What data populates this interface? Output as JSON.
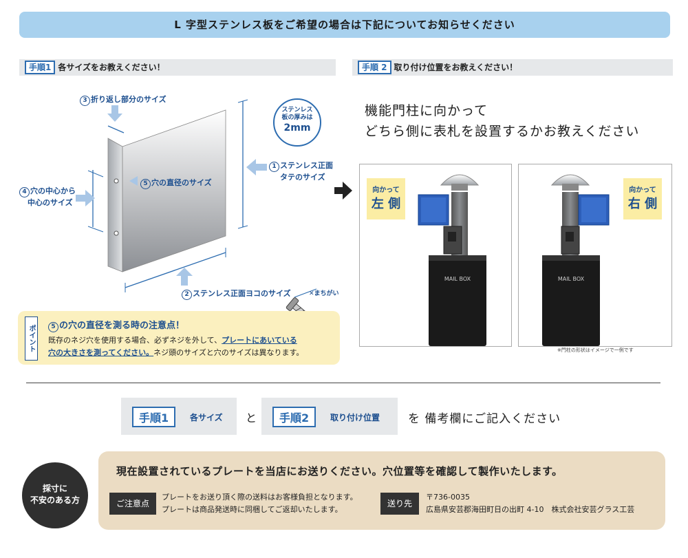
{
  "banner": "L 字型ステンレス板をご希望の場合は下記についてお知らせください",
  "step1": {
    "tag": "手順1",
    "title": "各サイズをお教えください！",
    "labels": {
      "fold_size": "折り返し部分のサイズ",
      "front_height_1": "ステンレス正面",
      "front_height_2": "タテのサイズ",
      "hole_center_1": "穴の中心から",
      "hole_center_2": "中心のサイズ",
      "hole_diameter": "穴の直径のサイズ",
      "front_width": "ステンレス正面ヨコのサイズ",
      "wrong": "まちがい"
    },
    "nums": {
      "n1": "1",
      "n2": "2",
      "n3": "3",
      "n4": "4",
      "n5": "5"
    },
    "thickness": {
      "line1": "ステンレス",
      "line2": "板の厚みは",
      "value": "2mm"
    },
    "point": {
      "side_label": "ポイント",
      "num": "5",
      "title": "の穴の直径を測る時の注意点！",
      "body_a": "既存のネジ穴を使用する場合、必ずネジを外して、",
      "body_b": "プレートにあいている",
      "body_c": "穴の大きさを測ってください。",
      "body_d": "ネジ頭のサイズと穴のサイズは異なります。"
    }
  },
  "step2": {
    "tag": "手順 2",
    "title": "取り付け位置をお教えください！",
    "lead_1": "機能門柱に向かって",
    "lead_2": "どちら側に表札を設置するかお教えください",
    "left_card": {
      "small": "向かって",
      "big": "左 側",
      "mailbox": "MAIL BOX"
    },
    "right_card": {
      "small": "向かって",
      "big": "右 側",
      "mailbox": "MAIL BOX"
    },
    "note": "※門柱の形状はイメージで一例です"
  },
  "summary": {
    "tag1": "手順1",
    "label1": "各サイズ",
    "and": "と",
    "tag2": "手順2",
    "label2": "取り付け位置",
    "tail": "を 備考欄にご記入ください"
  },
  "bottom": {
    "circle_1": "採寸に",
    "circle_2": "不安のある方",
    "headline": "現在設置されているプレートを当店にお送りください。穴位置等を確認して製作いたします。",
    "caution_label": "ご注意点",
    "caution_1": "プレートをお送り頂く際の送料はお客様負担となります。",
    "caution_2": "プレートは商品発送時に同梱してご返却いたします。",
    "send_label": "送り先",
    "postal": "〒736-0035",
    "address": "広島県安芸郡海田町日の出町 4-10　株式会社安芸グラス工芸"
  },
  "colors": {
    "accent_blue": "#2c6cb0",
    "banner_bg": "#a8d1ee",
    "point_bg": "#fbf0bf",
    "bottom_bg": "#ebdcc3"
  }
}
